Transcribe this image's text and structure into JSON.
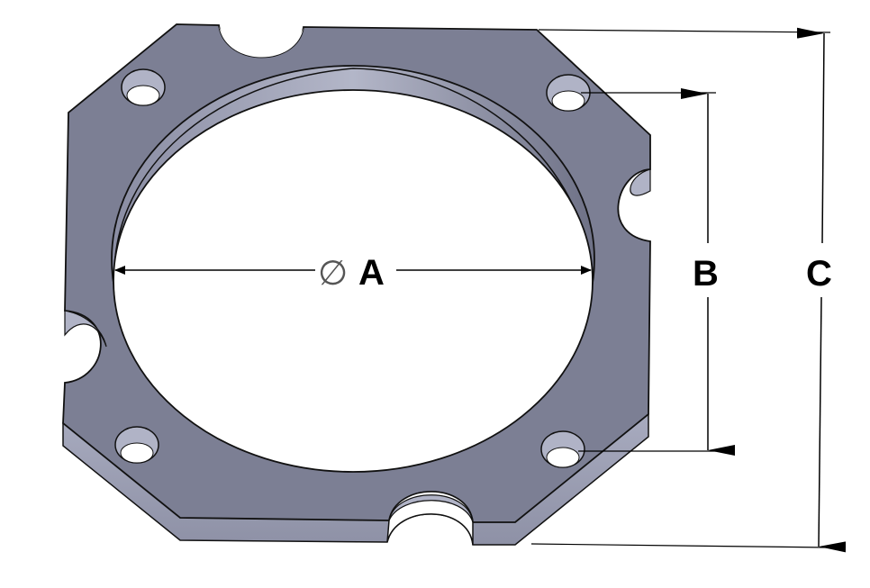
{
  "dimensions": {
    "a": {
      "symbol": "∅",
      "label": "A"
    },
    "b": {
      "label": "B"
    },
    "c": {
      "label": "C"
    }
  },
  "colors": {
    "plate_top": "#7c7f94",
    "plate_side": "#9a9db2",
    "outline": "#111111",
    "dimension_line": "#000000"
  }
}
